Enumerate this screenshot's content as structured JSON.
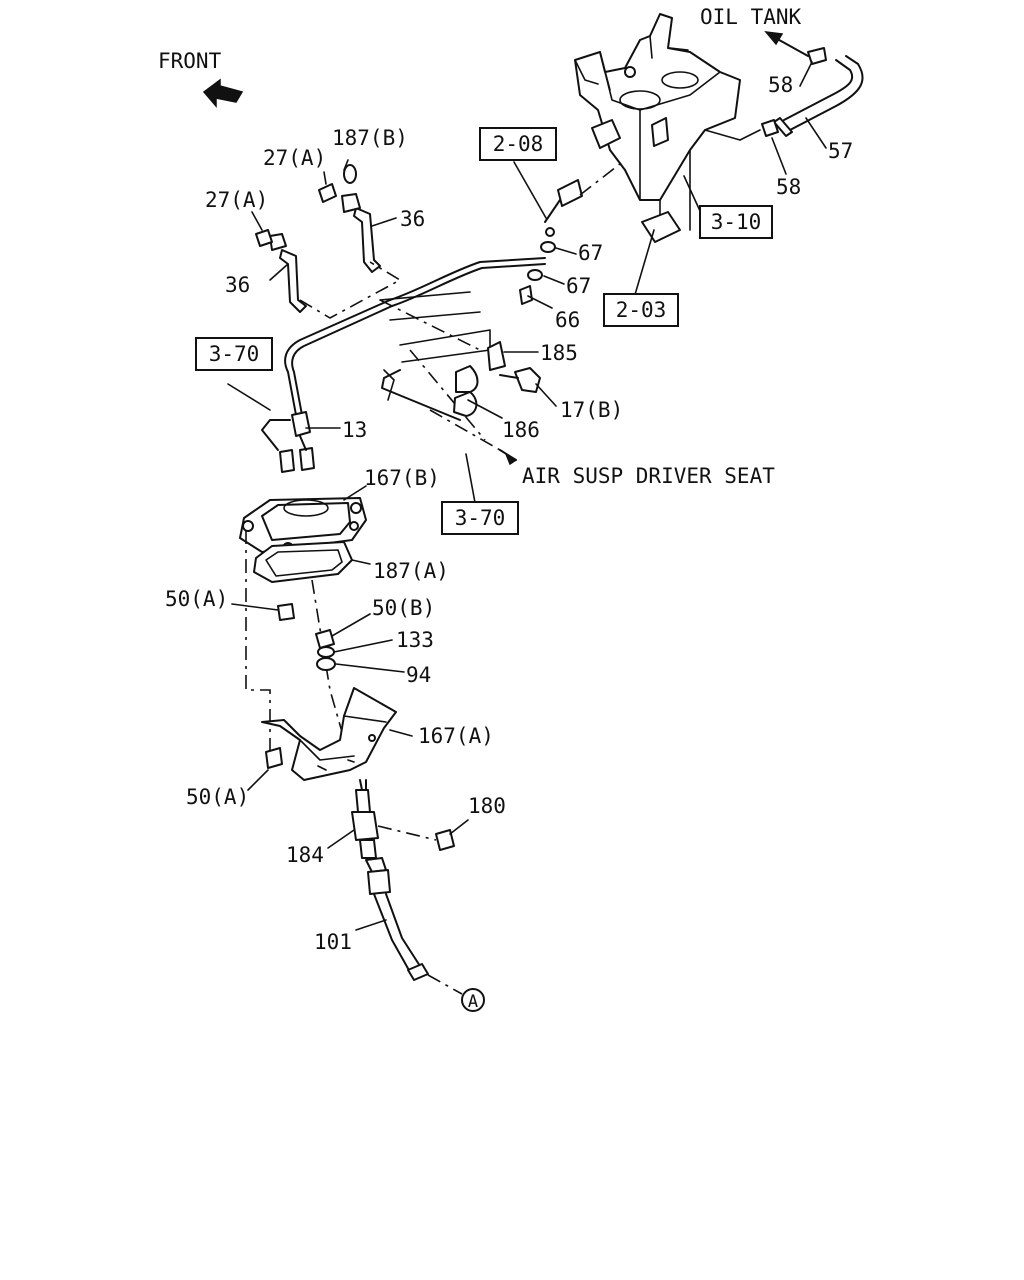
{
  "labels": {
    "oil_tank": "OIL TANK",
    "front": "FRONT",
    "air_susp": "AIR SUSP DRIVER SEAT",
    "p58a": "58",
    "p57": "57",
    "p58b": "58",
    "p187b": "187(B)",
    "p27a_top": "27(A)",
    "p27a_left": "27(A)",
    "p36_right": "36",
    "p36_left": "36",
    "p67a": "67",
    "p67b": "67",
    "p66": "66",
    "p185": "185",
    "p17b": "17(B)",
    "p186": "186",
    "p13": "13",
    "p167b": "167(B)",
    "p187a": "187(A)",
    "p50a_top": "50(A)",
    "p50b": "50(B)",
    "p133": "133",
    "p94": "94",
    "p167a": "167(A)",
    "p50a_bottom": "50(A)",
    "p180": "180",
    "p184": "184",
    "p101": "101",
    "circle_a": "A"
  },
  "ref_boxes": {
    "r208": "2-08",
    "r310": "3-10",
    "r203": "2-03",
    "r370_top": "3-70",
    "r370_bottom": "3-70"
  }
}
